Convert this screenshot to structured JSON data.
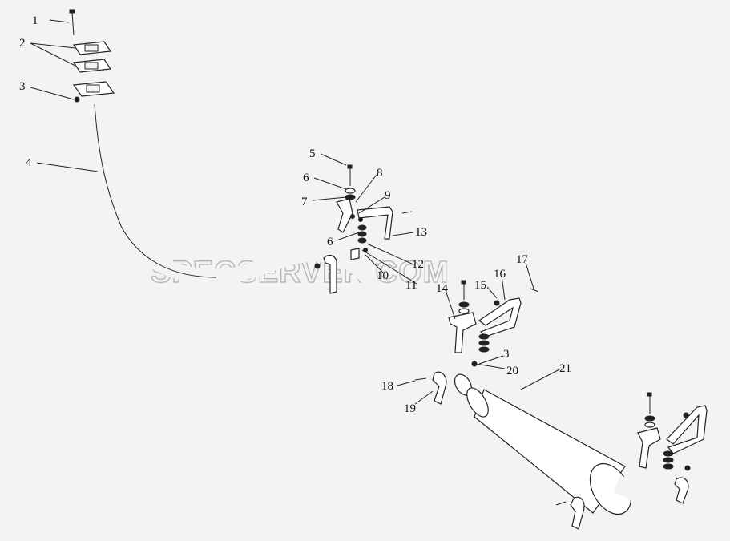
{
  "watermark": "SPECSERVER.COM",
  "callouts": [
    "1",
    "2",
    "3",
    "4",
    "5",
    "6",
    "7",
    "8",
    "9",
    "6",
    "13",
    "10",
    "12",
    "11",
    "14",
    "15",
    "16",
    "17",
    "3",
    "20",
    "21",
    "18",
    "19"
  ]
}
